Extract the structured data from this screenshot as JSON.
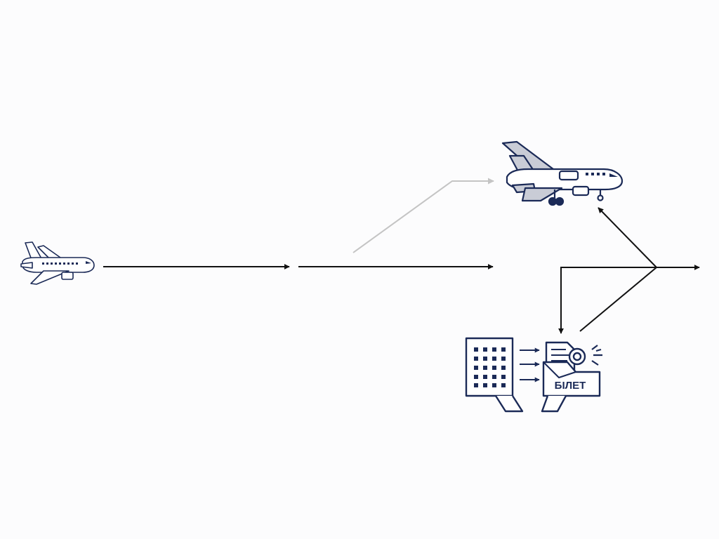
{
  "diagram": {
    "colors": {
      "ink": "#1b2a57",
      "arrow": "#111111",
      "faint_arrow": "#c4c4c4",
      "wing_gray": "#c9ccd6",
      "background": "#fcfcfd"
    },
    "nodes": [
      {
        "id": "airplane-small",
        "icon": "airplane-icon"
      },
      {
        "id": "airplane-large",
        "icon": "airplane-landing-gear-icon"
      },
      {
        "id": "building",
        "icon": "building-icon"
      },
      {
        "id": "ticket",
        "icon": "ticket-icon",
        "label": "БІЛЕТ"
      }
    ],
    "edges": [
      {
        "from": "airplane-small",
        "to": "middle"
      },
      {
        "from": "middle",
        "to": "junction"
      },
      {
        "from": "middle",
        "to": "airplane-large",
        "style": "faint"
      },
      {
        "from": "junction",
        "to": "right-exit"
      },
      {
        "from": "junction",
        "to": "airplane-large"
      },
      {
        "from": "junction",
        "to": "ticket"
      },
      {
        "from": "ticket",
        "to": "junction"
      },
      {
        "from": "building",
        "to": "ticket",
        "count": 3
      }
    ]
  }
}
